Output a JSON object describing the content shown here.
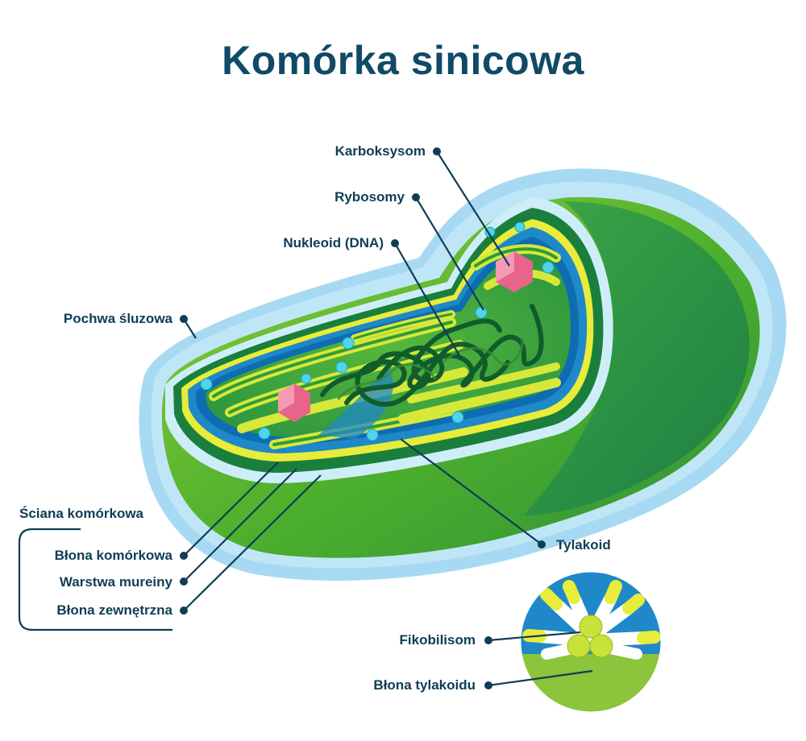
{
  "title": "Komórka sinicowa",
  "labels": {
    "karboksysom": "Karboksysom",
    "rybosomy": "Rybosomy",
    "nukleoid": "Nukleoid (DNA)",
    "pochwa": "Pochwa śluzowa",
    "sciana": "Ściana komórkowa",
    "blona_komorkowa": "Błona komórkowa",
    "warstwa_mureiny": "Warstwa mureiny",
    "blona_zewnetrzna": "Błona zewnętrzna",
    "tylakoid": "Tylakoid",
    "fikobilisom": "Fikobilisom",
    "blona_tylakoidu": "Błona tylakoidu"
  },
  "colors": {
    "title": "#0f4a66",
    "sheath": "#9fd6f0",
    "cell_green": "#58b52e",
    "dark_green": "#1f8a3c",
    "wall_blue": "#1f88c9",
    "membrane_yellow": "#e8ec3a",
    "carboxysome": "#e8648a",
    "ribosome": "#4fd4ea",
    "dna": "#115c2c",
    "leader": "#0f3d56"
  }
}
